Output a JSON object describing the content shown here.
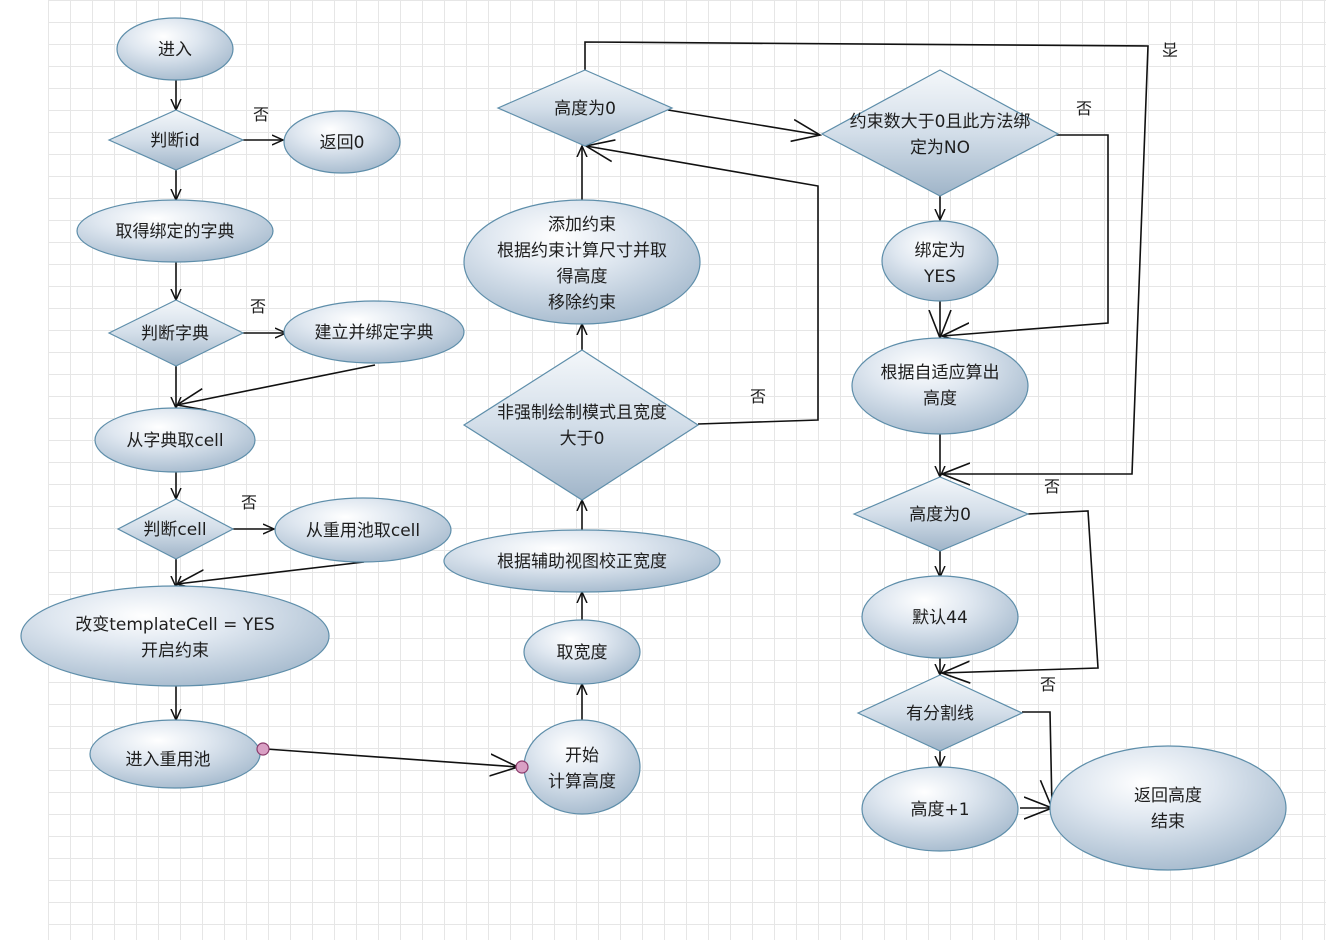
{
  "nodes": {
    "enter": "进入",
    "check_id": "判断id",
    "return_zero": "返回0",
    "get_dict": "取得绑定的字典",
    "check_dict": "判断字典",
    "create_dict": "建立并绑定字典",
    "dict_cell": "从字典取cell",
    "check_cell": "判断cell",
    "pool_cell": "从重用池取cell",
    "template": [
      "改变templateCell = YES",
      "开启约束"
    ],
    "enter_pool": "进入重用池",
    "start": [
      "开始",
      "计算高度"
    ],
    "get_width": "取宽度",
    "fix_width": "根据辅助视图校正宽度",
    "nonforce": [
      "非强制绘制模式且宽度",
      "大于0"
    ],
    "add_constraint": [
      "添加约束",
      "根据约束计算尺寸并取",
      "得高度",
      "移除约束"
    ],
    "height_zero_top": "高度为0",
    "constraint_count": [
      "约束数大于0且此方法绑",
      "定为NO"
    ],
    "bind_yes": [
      "绑定为",
      "YES"
    ],
    "auto_height": [
      "根据自适应算出",
      "高度"
    ],
    "height_zero_right": "高度为0",
    "default_44": "默认44",
    "has_separator": "有分割线",
    "height_plus_one": "高度+1",
    "return_height": [
      "返回高度",
      "结束"
    ]
  },
  "edge_labels": {
    "no": "否",
    "no_rotated": "否"
  }
}
